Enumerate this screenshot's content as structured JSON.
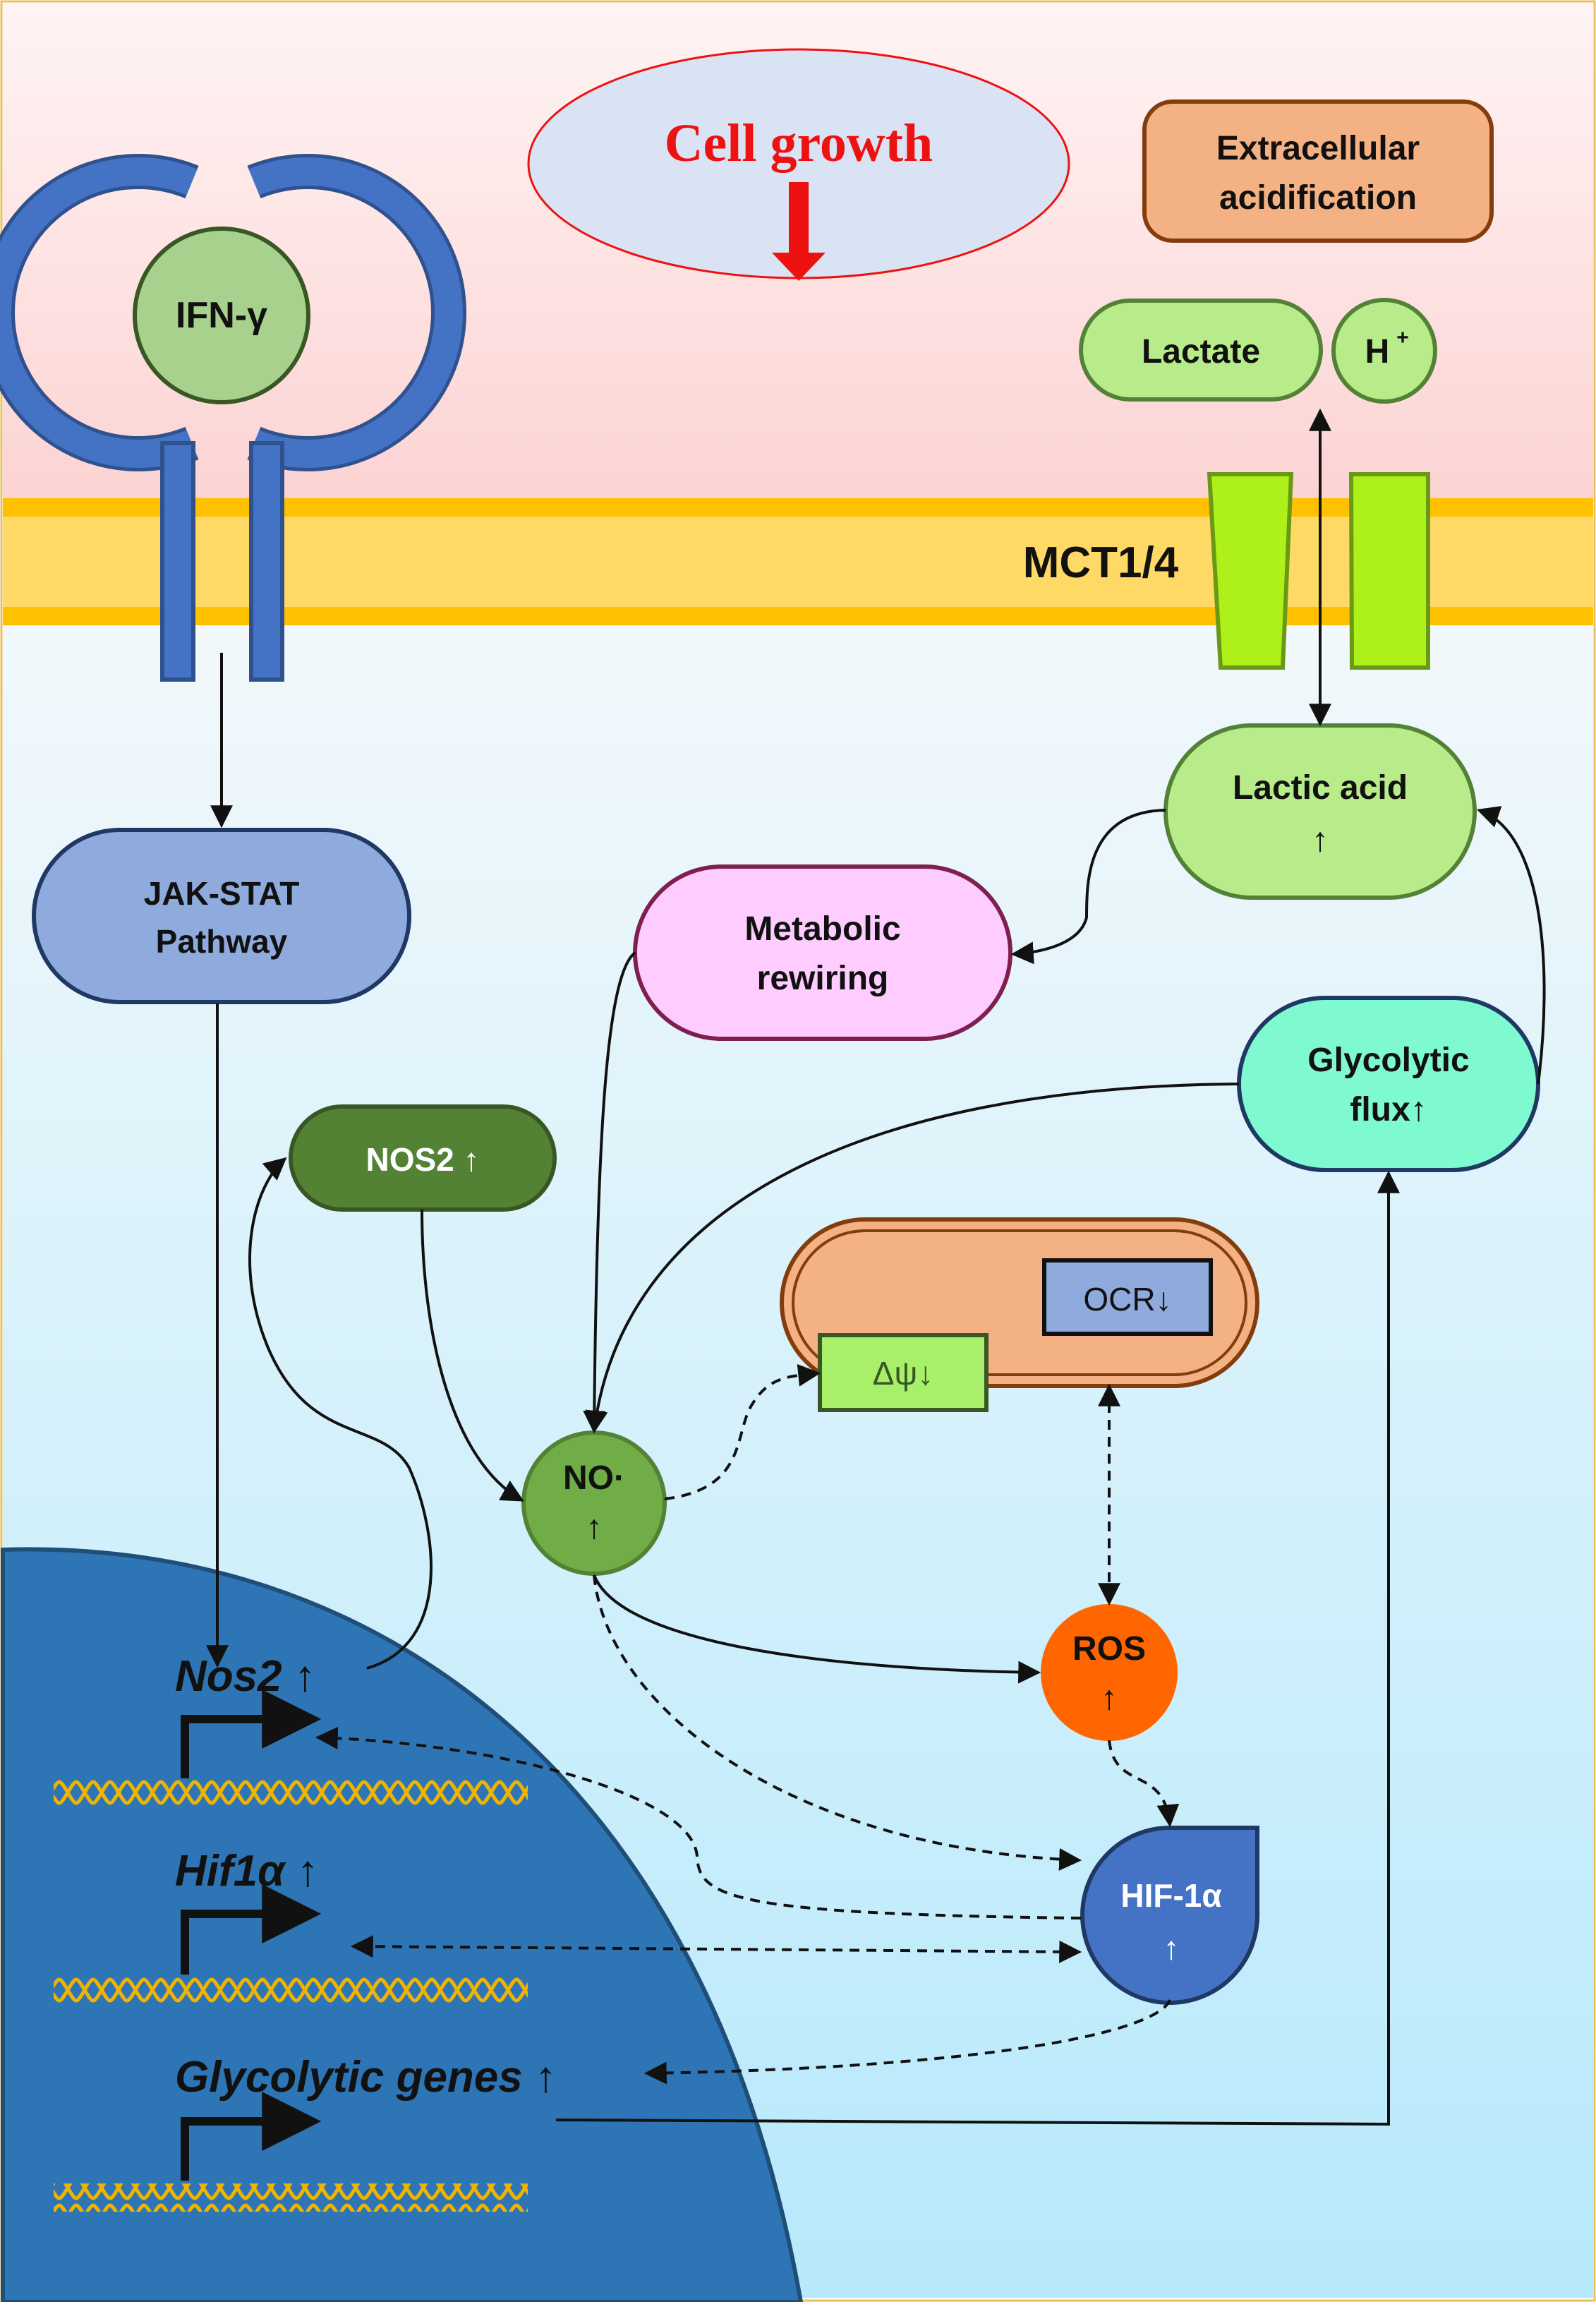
{
  "title": "Cell growth",
  "labels": {
    "ifn": "IFN-γ",
    "extracellular": [
      "Extracellular",
      "acidification"
    ],
    "lactate": "Lactate",
    "hplus": "H",
    "hplus_sup": "+",
    "mct": "MCT1/4",
    "jakstat": [
      "JAK-STAT",
      "Pathway"
    ],
    "lactic": [
      "Lactic acid",
      "↑"
    ],
    "metabolic": [
      "Metabolic",
      "rewiring"
    ],
    "glycolytic_flux": [
      "Glycolytic",
      "flux↑"
    ],
    "nos2_protein": "NOS2 ↑",
    "ocr": "OCR↓",
    "dpsi": "Δψ↓",
    "no": [
      "NO·",
      "↑"
    ],
    "ros": [
      "ROS",
      "↑"
    ],
    "hif_protein": [
      "HIF-1α",
      "↑"
    ],
    "nos2_gene": "Nos2 ↑",
    "hif_gene": "Hif1α ↑",
    "glyco_genes": "Glycolytic genes ↑"
  },
  "colors": {
    "extracellular_bg": "#fcd9d9",
    "cytoplasm_bg": "#cdeef9",
    "membrane": "#ffc20e",
    "nucleus": "#2e75b6",
    "receptor": "#4472c4",
    "title_red": "#ee1111",
    "nos2": "#548235",
    "no": "#70ad47",
    "ros": "#ff6600",
    "hif": "#4472c4",
    "mct": "#aef01a"
  }
}
